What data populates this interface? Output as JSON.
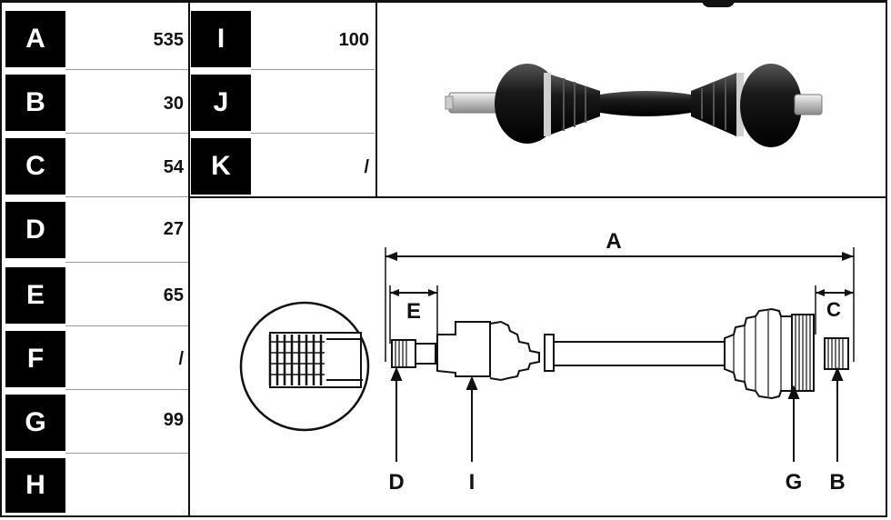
{
  "left_table": [
    {
      "letter": "A",
      "value": "535"
    },
    {
      "letter": "B",
      "value": "30"
    },
    {
      "letter": "C",
      "value": "54"
    },
    {
      "letter": "D",
      "value": "27"
    },
    {
      "letter": "E",
      "value": "65"
    },
    {
      "letter": "F",
      "value": "/"
    },
    {
      "letter": "G",
      "value": "99"
    },
    {
      "letter": "H",
      "value": ""
    }
  ],
  "mid_table": [
    {
      "letter": "I",
      "value": "100"
    },
    {
      "letter": "J",
      "value": ""
    },
    {
      "letter": "K",
      "value": "/"
    }
  ],
  "diagram": {
    "label_a": "A",
    "label_e": "E",
    "label_c": "C",
    "label_d": "D",
    "label_i": "I",
    "label_g": "G",
    "label_b": "B"
  }
}
